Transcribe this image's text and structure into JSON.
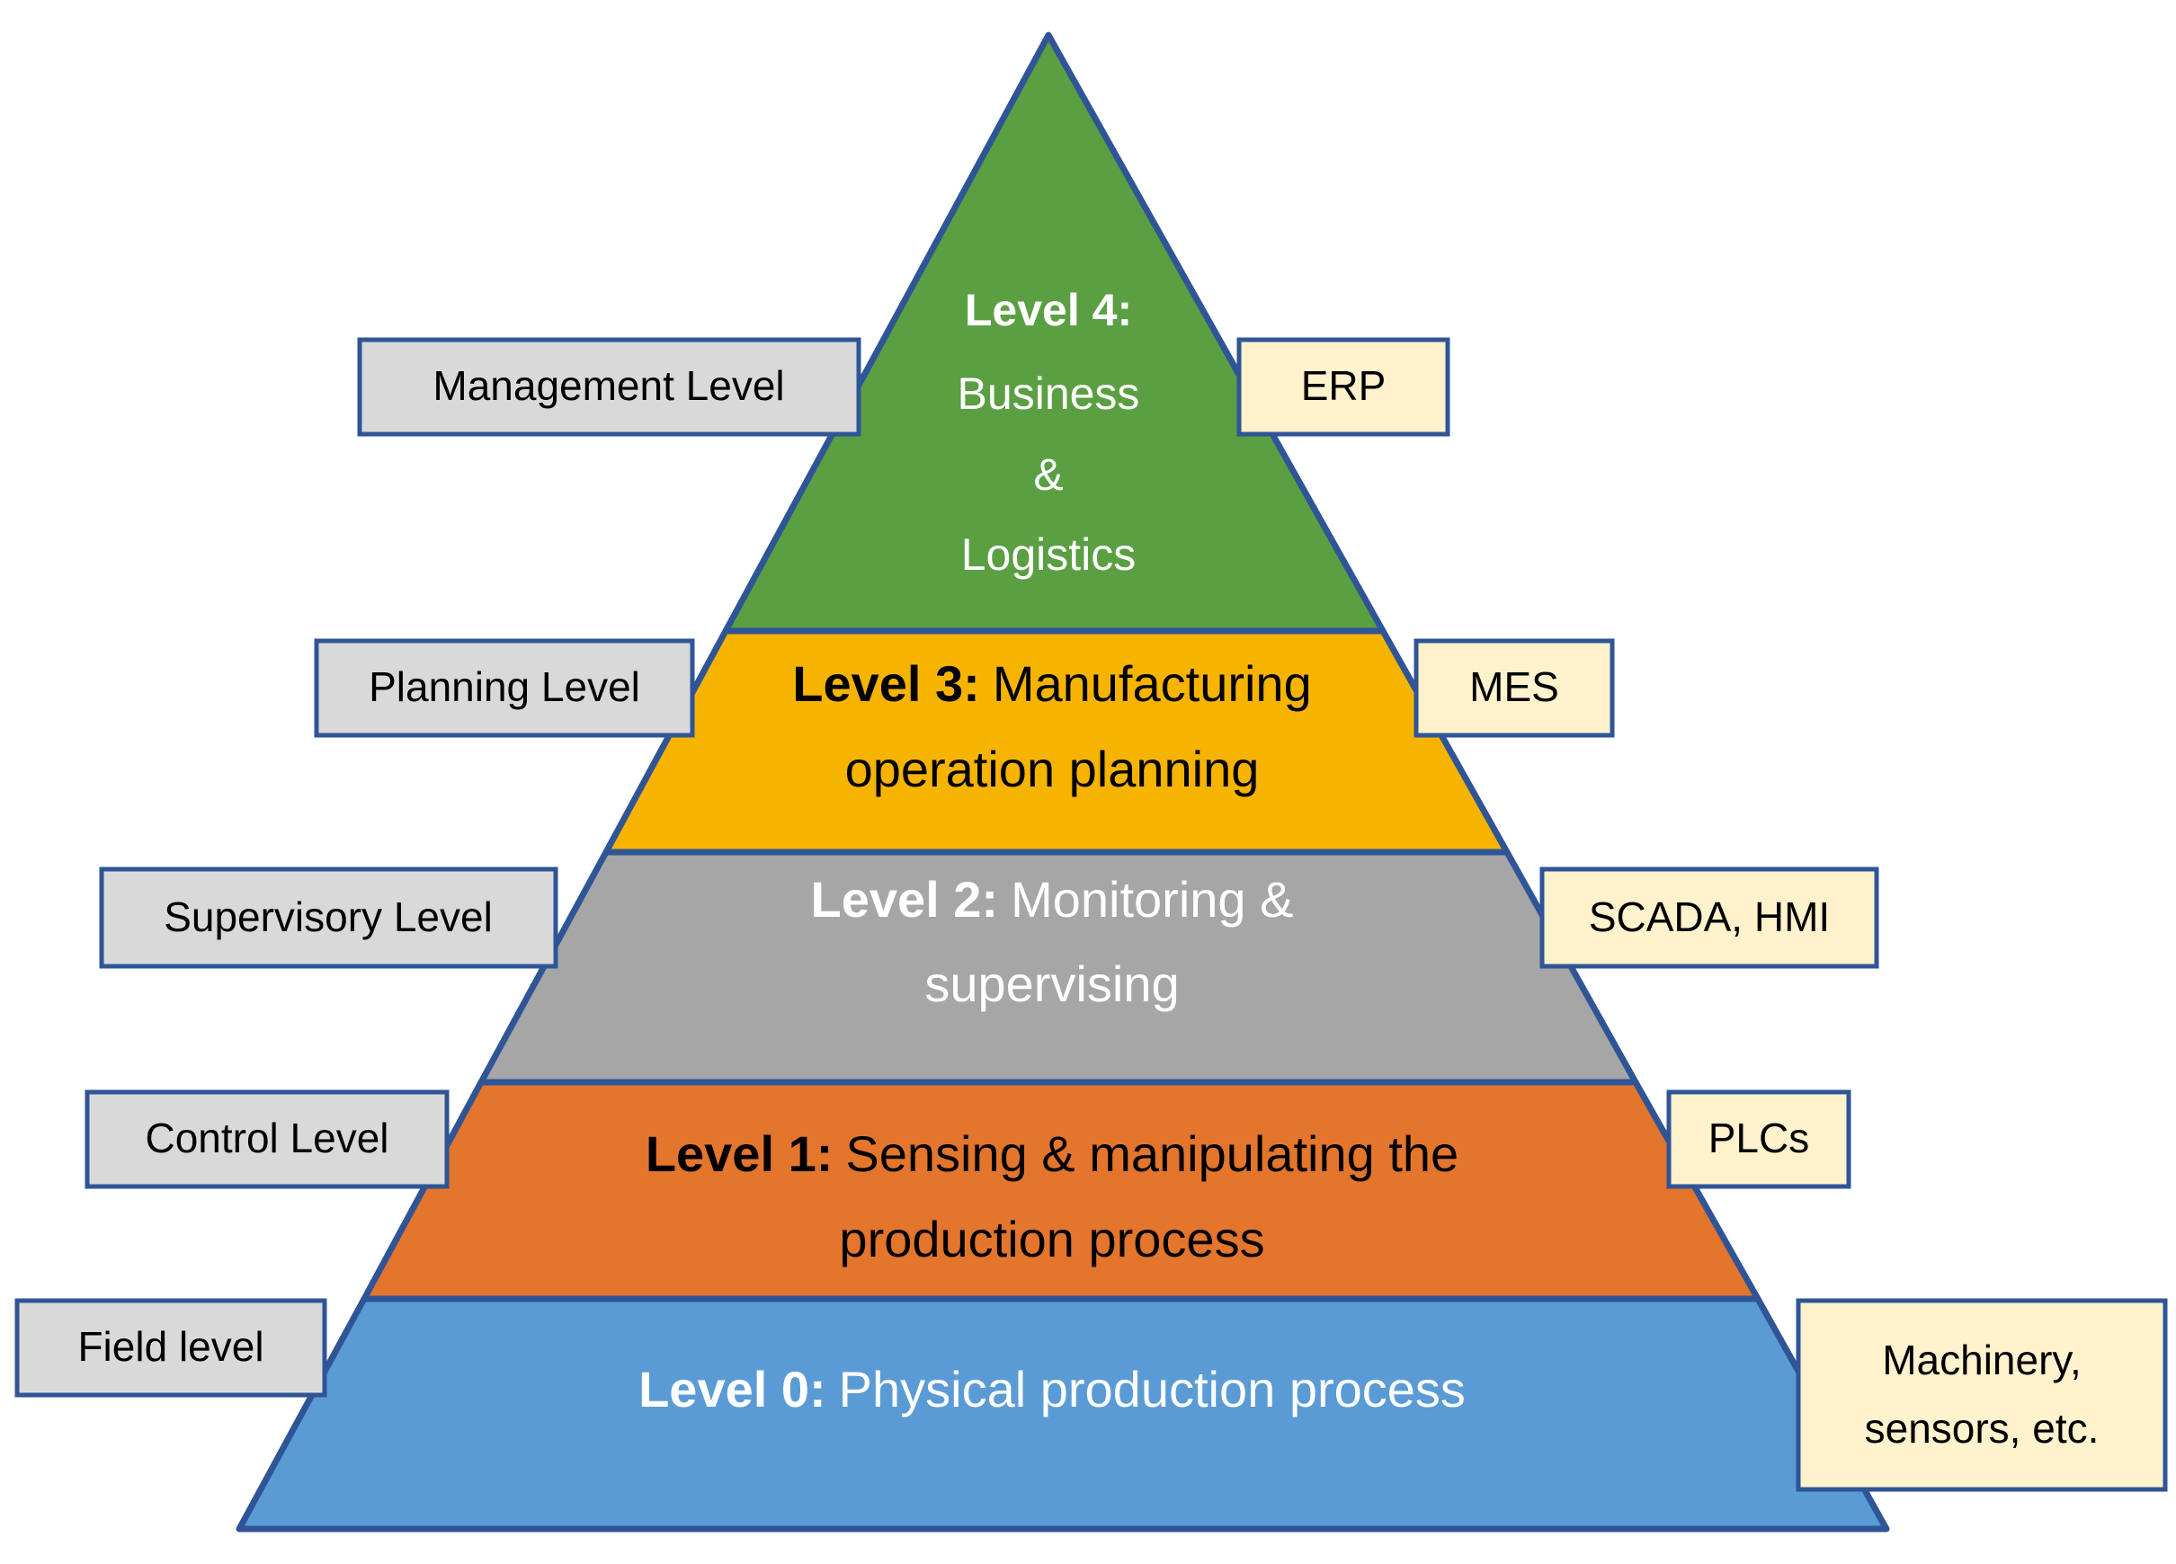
{
  "diagram": {
    "type": "automation-pyramid",
    "colors": {
      "border": "#2f5597",
      "left_label_fill": "#d9d9d9",
      "right_label_fill": "#fff2cc",
      "label_text": "#000000",
      "background": "#ffffff"
    },
    "levels": [
      {
        "id": "level-4",
        "band_color": "#5b9f43",
        "text_color": "#ffffff",
        "bold": "Level 4:",
        "rest": "",
        "lines": [
          "Business",
          "&",
          "Logistics"
        ],
        "left_label": "Management Level",
        "right_lines": [
          "ERP"
        ]
      },
      {
        "id": "level-3",
        "band_color": "#f6b400",
        "text_color": "#000000",
        "bold": "Level 3:",
        "rest": "Manufacturing",
        "lines": [
          "operation planning"
        ],
        "left_label": "Planning Level",
        "right_lines": [
          "MES"
        ]
      },
      {
        "id": "level-2",
        "band_color": "#a6a6a6",
        "text_color": "#ffffff",
        "bold": "Level 2:",
        "rest": "Monitoring &",
        "lines": [
          "supervising"
        ],
        "left_label": "Supervisory Level",
        "right_lines": [
          "SCADA, HMI"
        ]
      },
      {
        "id": "level-1",
        "band_color": "#e3752c",
        "text_color": "#000000",
        "bold": "Level 1:",
        "rest": "Sensing & manipulating the",
        "lines": [
          "production process"
        ],
        "left_label": "Control Level",
        "right_lines": [
          "PLCs"
        ]
      },
      {
        "id": "level-0",
        "band_color": "#5b9bd5",
        "text_color": "#ffffff",
        "bold": "Level 0:",
        "rest": "Physical production process",
        "lines": [],
        "left_label": "Field level",
        "right_lines": [
          "Machinery,",
          "sensors, etc."
        ]
      }
    ]
  }
}
